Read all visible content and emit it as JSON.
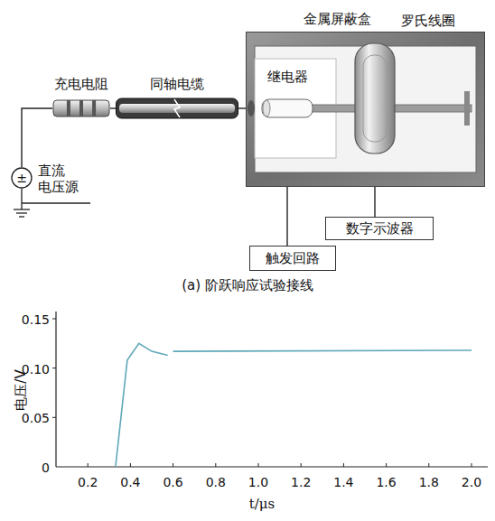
{
  "diagram": {
    "caption": "(a) 阶跃响应试验接线",
    "nodes": [
      {
        "text": [
          "充电电阻"
        ]
      },
      {
        "text": [
          "同轴电缆"
        ]
      },
      {
        "text": [
          "金属屏蔽盒"
        ]
      },
      {
        "text": [
          "继电器"
        ],
        "in": 2
      },
      {
        "text": [
          "罗氏线圈"
        ],
        "in": 2
      },
      {
        "text": [
          "±",
          "直流 电压源"
        ]
      },
      {
        "text": [
          "数字示波器"
        ]
      },
      {
        "text": [
          "触发回路"
        ]
      }
    ],
    "edges": [
      {
        "from": 5,
        "to": 0,
        "arrow": "none"
      },
      {
        "from": 0,
        "to": 1,
        "arrow": "none"
      },
      {
        "from": 1,
        "to": 3,
        "arrow": "none"
      },
      {
        "from": 4,
        "to": 6,
        "arrow": "none"
      },
      {
        "from": 3,
        "to": 7,
        "arrow": "none"
      }
    ],
    "labels": [
      "0.15",
      "0.10",
      "0.05",
      "0",
      "0.2",
      "0.4",
      "0.6",
      "0.8",
      "1.0",
      "1.2",
      "1.4",
      "1.6",
      "1.8",
      "2.0",
      "电压/V",
      "t/μs"
    ]
  }
}
